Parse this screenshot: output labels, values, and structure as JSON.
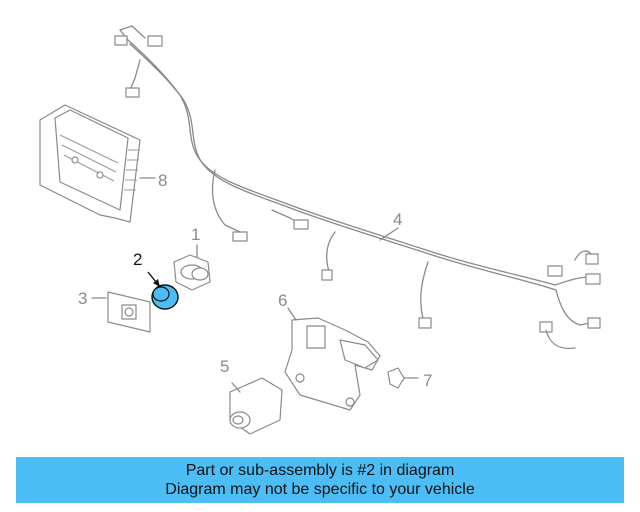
{
  "diagram": {
    "callouts": [
      "1",
      "2",
      "3",
      "4",
      "5",
      "6",
      "7",
      "8"
    ],
    "highlighted_part": "2",
    "highlight_color": "#4dbef5"
  },
  "banner": {
    "line1": "Part or sub-assembly is #2 in diagram",
    "line2": "Diagram may not be specific to your vehicle",
    "background": "#4dbef5"
  }
}
